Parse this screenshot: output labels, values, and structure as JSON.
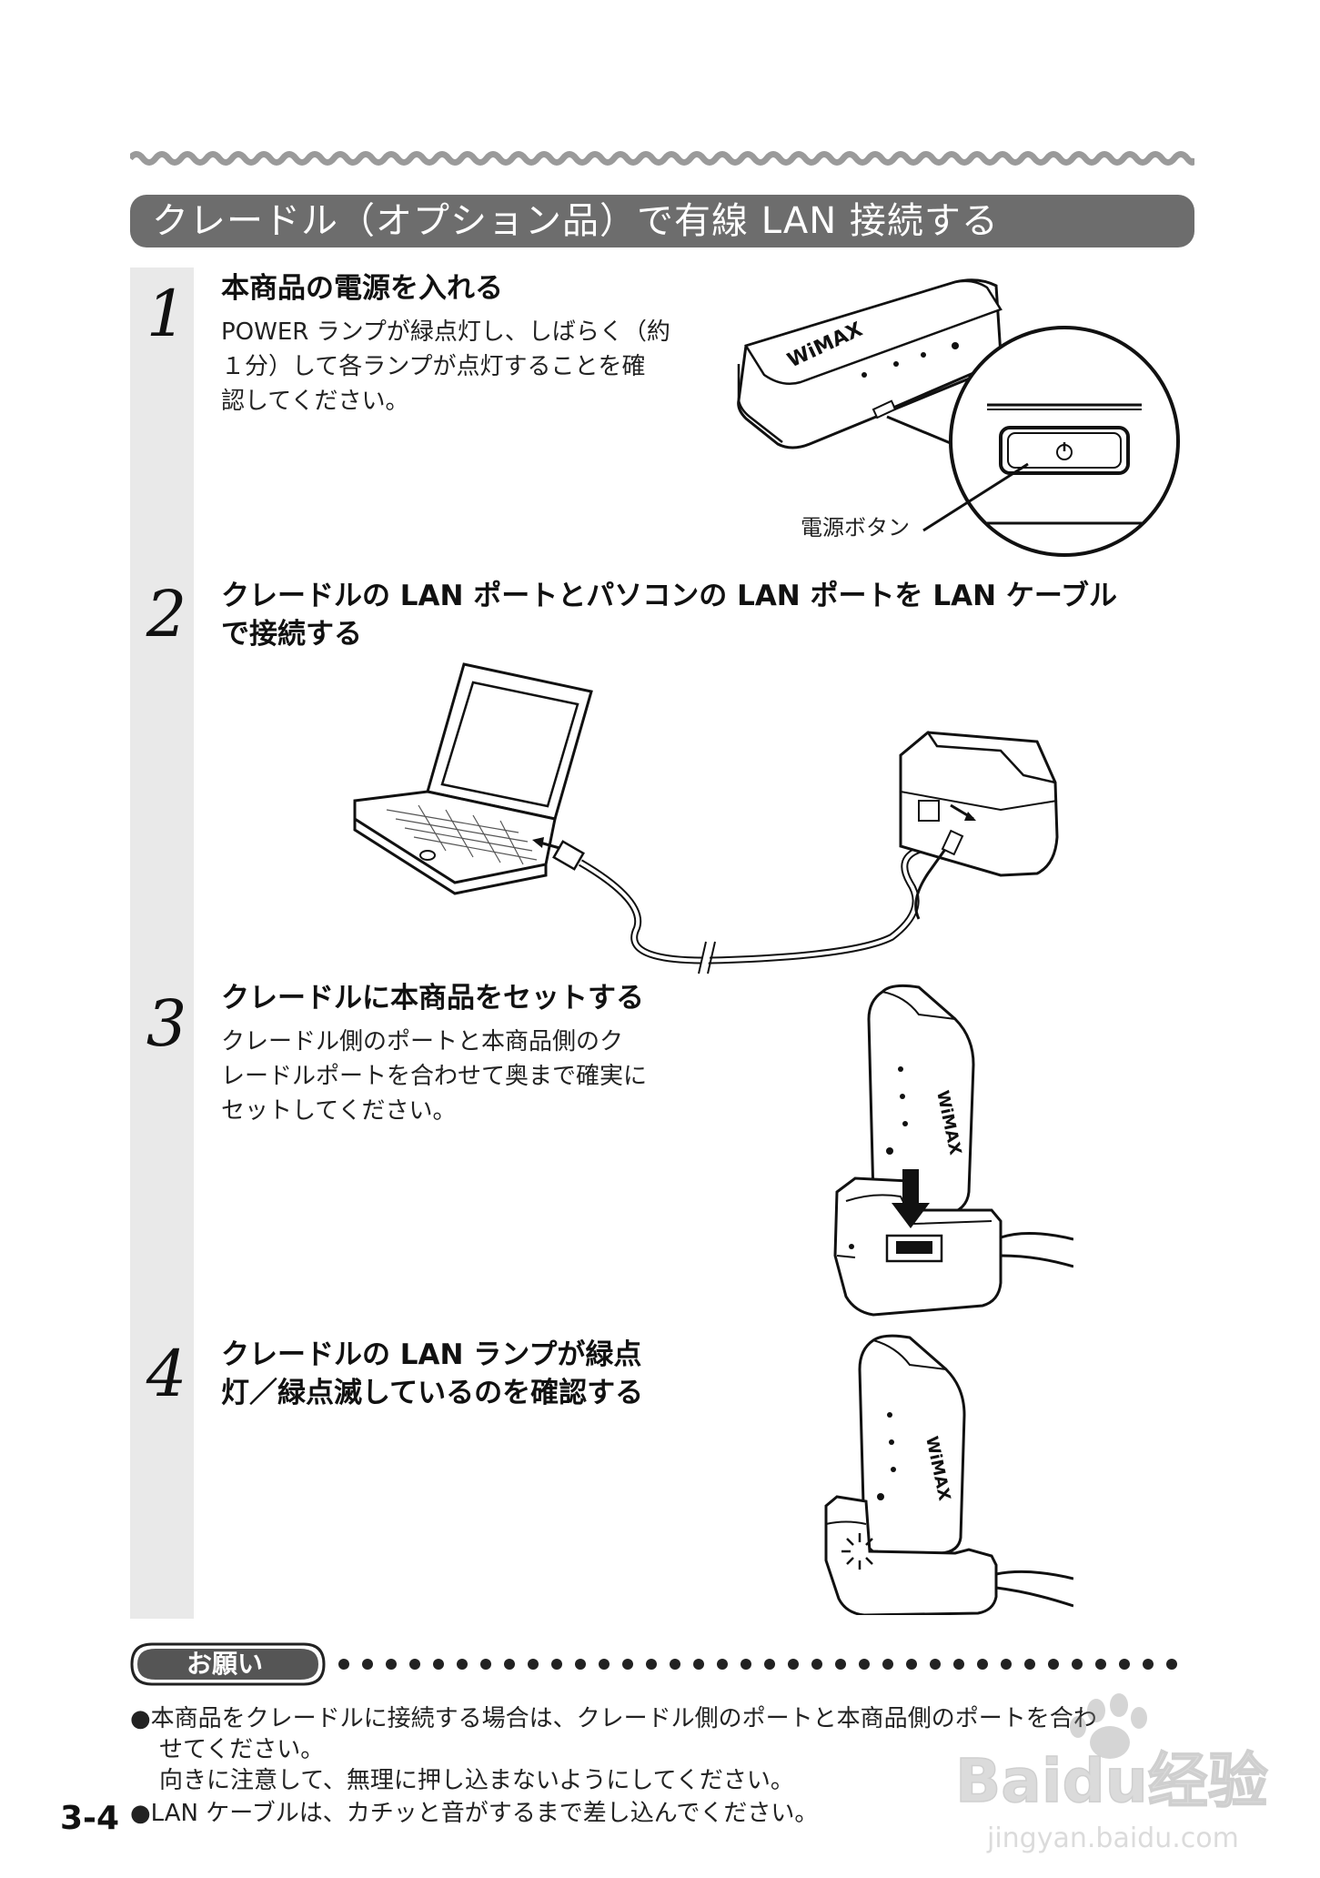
{
  "section": {
    "title": "クレードル（オプション品）で有線 LAN 接続する"
  },
  "steps": [
    {
      "number": "1",
      "title": "本商品の電源を入れる",
      "body_lines": [
        "POWER ランプが緑点灯し、しばらく（約",
        "１分）して各ランプが点灯することを確",
        "認してください。"
      ],
      "caption": "電源ボタン"
    },
    {
      "number": "2",
      "title_lines": [
        "クレードルの LAN ポートとパソコンの LAN ポートを LAN ケーブル",
        "で接続する"
      ]
    },
    {
      "number": "3",
      "title": "クレードルに本商品をセットする",
      "body_lines": [
        "クレードル側のポートと本商品側のク",
        "レードルポートを合わせて奥まで確実に",
        "セットしてください。"
      ]
    },
    {
      "number": "4",
      "title_lines": [
        "クレードルの LAN ランプが緑点",
        "灯／緑点滅しているのを確認する"
      ]
    }
  ],
  "device_brand": "WiMAX",
  "note": {
    "label": "お願い",
    "lines": [
      "●本商品をクレードルに接続する場合は、クレードル側のポートと本商品側のポートを合わ",
      "せてください。",
      "向きに注意して、無理に押し込まないようにしてください。",
      "●LAN ケーブルは、カチッと音がするまで差し込んでください。"
    ]
  },
  "page_number": "3-4",
  "watermark": {
    "brand": "Baidu经验",
    "url": "jingyan.baidu.com"
  }
}
